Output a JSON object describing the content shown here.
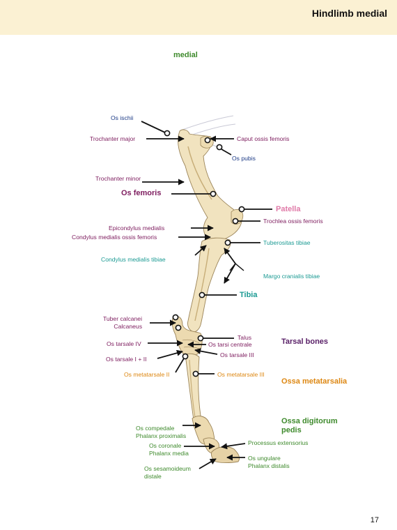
{
  "header": {
    "title": "Hindlimb medial"
  },
  "subtitle": "medial",
  "page_number": "17",
  "labels": {
    "os_ischii": "Os ischii",
    "trochanter_major": "Trochanter major",
    "caput_ossis_femoris": "Caput ossis femoris",
    "os_pubis": "Os pubis",
    "trochanter_minor": "Trochanter minor",
    "os_femoris": "Os femoris",
    "patella": "Patella",
    "trochlea_ossis_femoris": "Trochlea ossis femoris",
    "epicondylus_medialis": "Epicondylus medialis",
    "condylus_medialis_ossis_femoris": "Condylus medialis ossis femoris",
    "tuberositas_tibiae": "Tuberositas tibiae",
    "condylus_medialis_tibiae": "Condylus medialis tibiae",
    "margo_cranialis_tibiae": "Margo cranialis tibiae",
    "tibia": "Tibia",
    "tuber_calcanei": "Tuber calcanei",
    "calcaneus": "Calcaneus",
    "talus": "Talus",
    "os_tarsi_centrale": "Os tarsi centrale",
    "tarsal_bones": "Tarsal bones",
    "os_tarsale_iv": "Os tarsale IV",
    "os_tarsale_iii": "Os tarsale III",
    "os_tarsale_i_ii": "Os tarsale I + II",
    "os_metatarsale_ii": "Os metatarsale II",
    "os_metatarsale_iii": "Os metatarsale III",
    "ossa_metatarsalia": "Ossa metatarsalia",
    "ossa_digitorum_pedis_1": "Ossa digitorum",
    "ossa_digitorum_pedis_2": "pedis",
    "os_compedale": "Os compedale",
    "phalanx_proximalis": "Phalanx proximalis",
    "os_coronale": "Os coronale",
    "phalanx_media": "Phalanx media",
    "processus_extensorius": "Processus extensorius",
    "os_ungulare": "Os ungulare",
    "phalanx_distalis": "Phalanx distalis",
    "os_sesamoideum": "Os sesamoideum",
    "distale": "distale"
  },
  "colors": {
    "header_bg": "#fbf1d3",
    "bone_fill": "#f1e3bf",
    "bone_shadow": "#c7ad78",
    "purple": "#7d1c5e",
    "navy": "#1d3b86",
    "teal": "#1b9a93",
    "orange": "#dd8712",
    "green": "#3e8a2c",
    "pink": "#e07aa8"
  }
}
